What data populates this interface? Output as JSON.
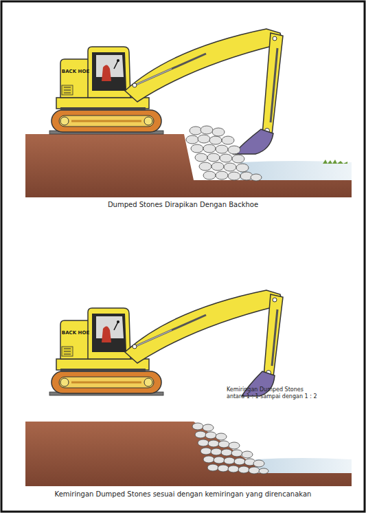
{
  "diagram": {
    "caption": "Kemiringan Dumped Stones sesuai dengan kemiringan yang direncanakan",
    "labels": [
      "BACK HOE",
      "Dumped Stones Dirapikan Dengan Backhoe",
      "BACK HOE",
      "Kemiringan Dumped Stones antara 1 : 1 sampai dengan 1 : 2"
    ]
  }
}
